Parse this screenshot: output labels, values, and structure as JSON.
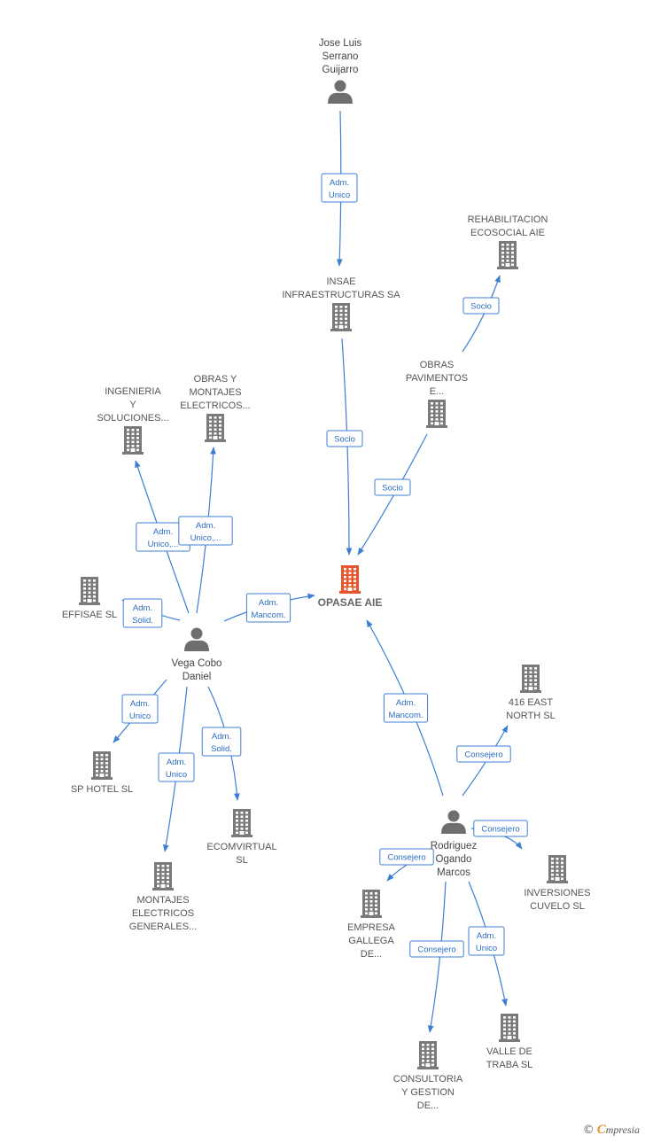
{
  "colors": {
    "edge": "#3b7fd4",
    "company": "#7a7a7a",
    "person": "#6e6e6e",
    "focus": "#e8542a"
  },
  "nodes": [
    {
      "id": "jose",
      "type": "person",
      "lines": [
        "Jose Luis",
        "Serrano",
        "Guijarro"
      ]
    },
    {
      "id": "insae",
      "type": "company",
      "lines": [
        "INSAE",
        "INFRAESTRUCTURAS SA"
      ]
    },
    {
      "id": "rehab",
      "type": "company",
      "lines": [
        "REHABILITACION",
        "ECOSOCIAL AIE"
      ]
    },
    {
      "id": "obrasPav",
      "type": "company",
      "lines": [
        "OBRAS",
        "PAVIMENTOS",
        "E..."
      ]
    },
    {
      "id": "ingenieria",
      "type": "company",
      "lines": [
        "INGENIERIA",
        "Y",
        "SOLUCIONES..."
      ]
    },
    {
      "id": "obrasMont",
      "type": "company",
      "lines": [
        "OBRAS Y",
        "MONTAJES",
        "ELECTRICOS..."
      ]
    },
    {
      "id": "effisae",
      "type": "company",
      "lines": [
        "EFFISAE  SL"
      ]
    },
    {
      "id": "opasae",
      "type": "focus",
      "lines": [
        "OPASAE AIE"
      ]
    },
    {
      "id": "vega",
      "type": "person",
      "lines": [
        "Vega Cobo",
        "Daniel"
      ]
    },
    {
      "id": "sphotel",
      "type": "company",
      "lines": [
        "SP HOTEL  SL"
      ]
    },
    {
      "id": "ecomvirtual",
      "type": "company",
      "lines": [
        "ECOMVIRTUAL",
        "SL"
      ]
    },
    {
      "id": "montajes",
      "type": "company",
      "lines": [
        "MONTAJES",
        "ELECTRICOS",
        "GENERALES..."
      ]
    },
    {
      "id": "east416",
      "type": "company",
      "lines": [
        "416 EAST",
        "NORTH  SL"
      ]
    },
    {
      "id": "rodriguez",
      "type": "person",
      "lines": [
        "Rodriguez",
        "Ogando",
        "Marcos"
      ]
    },
    {
      "id": "cuvelo",
      "type": "company",
      "lines": [
        "INVERSIONES",
        "CUVELO  SL"
      ]
    },
    {
      "id": "gallega",
      "type": "company",
      "lines": [
        "EMPRESA",
        "GALLEGA",
        "DE..."
      ]
    },
    {
      "id": "consultoria",
      "type": "company",
      "lines": [
        "CONSULTORIA",
        "Y GESTION",
        "DE..."
      ]
    },
    {
      "id": "valle",
      "type": "company",
      "lines": [
        "VALLE DE",
        "TRABA SL"
      ]
    }
  ],
  "edges": [
    {
      "from": "jose",
      "to": "insae",
      "label": [
        "Adm.",
        "Unico"
      ]
    },
    {
      "from": "obrasPav",
      "to": "rehab",
      "label": [
        "Socio"
      ]
    },
    {
      "from": "insae",
      "to": "opasae",
      "label": [
        "Socio"
      ]
    },
    {
      "from": "obrasPav",
      "to": "opasae",
      "label": [
        "Socio"
      ]
    },
    {
      "from": "vega",
      "to": "ingenieria",
      "label": [
        "Adm.",
        "Unico,..."
      ]
    },
    {
      "from": "vega",
      "to": "obrasMont",
      "label": [
        "Adm.",
        "Unico,..."
      ]
    },
    {
      "from": "vega",
      "to": "effisae",
      "label": [
        "Adm.",
        "Solid."
      ]
    },
    {
      "from": "vega",
      "to": "opasae",
      "label": [
        "Adm.",
        "Mancom."
      ]
    },
    {
      "from": "vega",
      "to": "sphotel",
      "label": [
        "Adm.",
        "Unico"
      ]
    },
    {
      "from": "vega",
      "to": "ecomvirtual",
      "label": [
        "Adm.",
        "Solid."
      ]
    },
    {
      "from": "vega",
      "to": "montajes",
      "label": [
        "Adm.",
        "Unico"
      ]
    },
    {
      "from": "rodriguez",
      "to": "opasae",
      "label": [
        "Adm.",
        "Mancom."
      ]
    },
    {
      "from": "rodriguez",
      "to": "east416",
      "label": [
        "Consejero"
      ]
    },
    {
      "from": "rodriguez",
      "to": "cuvelo",
      "label": [
        "Consejero"
      ]
    },
    {
      "from": "rodriguez",
      "to": "gallega",
      "label": [
        "Consejero"
      ]
    },
    {
      "from": "rodriguez",
      "to": "consultoria",
      "label": [
        "Consejero"
      ]
    },
    {
      "from": "rodriguez",
      "to": "valle",
      "label": [
        "Adm.",
        "Unico"
      ]
    }
  ],
  "footer": {
    "copyright": "©",
    "brand_initial": "C",
    "brand_rest": "mpresia"
  }
}
